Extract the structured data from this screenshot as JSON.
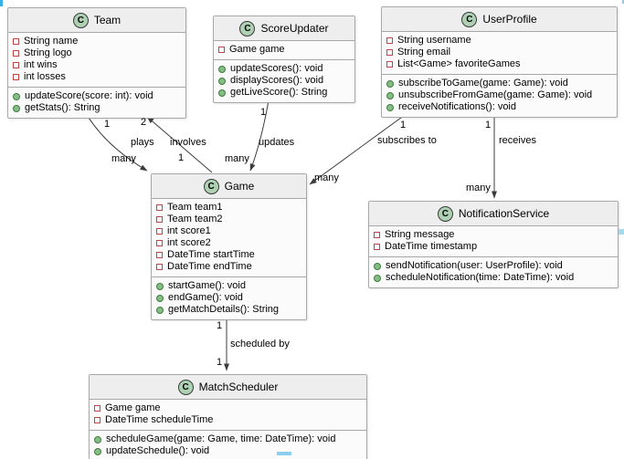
{
  "diagram": {
    "type": "uml-class-diagram"
  },
  "classes": [
    {
      "name": "Team",
      "icon_letter": "C",
      "attributes": [
        "String name",
        "String logo",
        "int wins",
        "int losses"
      ],
      "methods": [
        "updateScore(score: int): void",
        "getStats(): String"
      ]
    },
    {
      "name": "ScoreUpdater",
      "icon_letter": "C",
      "attributes": [
        "Game game"
      ],
      "methods": [
        "updateScores(): void",
        "displayScores(): void",
        "getLiveScore(): String"
      ]
    },
    {
      "name": "UserProfile",
      "icon_letter": "C",
      "attributes": [
        "String username",
        "String email",
        "List<Game> favoriteGames"
      ],
      "methods": [
        "subscribeToGame(game: Game): void",
        "unsubscribeFromGame(game: Game): void",
        "receiveNotifications(): void"
      ]
    },
    {
      "name": "Game",
      "icon_letter": "C",
      "attributes": [
        "Team team1",
        "Team team2",
        "int score1",
        "int score2",
        "DateTime startTime",
        "DateTime endTime"
      ],
      "methods": [
        "startGame(): void",
        "endGame(): void",
        "getMatchDetails(): String"
      ]
    },
    {
      "name": "NotificationService",
      "icon_letter": "C",
      "attributes": [
        "String message",
        "DateTime timestamp"
      ],
      "methods": [
        "sendNotification(user: UserProfile): void",
        "scheduleNotification(time: DateTime): void"
      ]
    },
    {
      "name": "MatchScheduler",
      "icon_letter": "C",
      "attributes": [
        "Game game",
        "DateTime scheduleTime"
      ],
      "methods": [
        "scheduleGame(game: Game, time: DateTime): void",
        "updateSchedule(): void"
      ]
    }
  ],
  "edges": [
    {
      "label": "plays",
      "source": "Team",
      "target": "Game",
      "source_multiplicity": "1",
      "target_multiplicity": "many"
    },
    {
      "label": "involves",
      "source": "Game",
      "target": "Team",
      "source_multiplicity": "1",
      "target_multiplicity": "2"
    },
    {
      "label": "updates",
      "source": "ScoreUpdater",
      "target": "Game",
      "source_multiplicity": "1",
      "target_multiplicity": "many"
    },
    {
      "label": "subscribes to",
      "source": "UserProfile",
      "target": "Game",
      "source_multiplicity": "1",
      "target_multiplicity": "many"
    },
    {
      "label": "receives",
      "source": "UserProfile",
      "target": "NotificationService",
      "source_multiplicity": "1",
      "target_multiplicity": "many"
    },
    {
      "label": "scheduled by",
      "source": "Game",
      "target": "MatchScheduler",
      "source_multiplicity": "1",
      "target_multiplicity": "1"
    }
  ],
  "colors": {
    "class_icon_fill": "#add1b2",
    "class_icon_border": "#3a3a3a",
    "header_fill": "#eeeeee",
    "body_fill": "#fbfbfb",
    "box_border": "#a8a8a8",
    "private_field_icon": "#c04444",
    "public_method_icon": "#3e7c3e",
    "edge_color": "#3c3c3c",
    "scroll_handle_blue": "#8ccfec"
  }
}
